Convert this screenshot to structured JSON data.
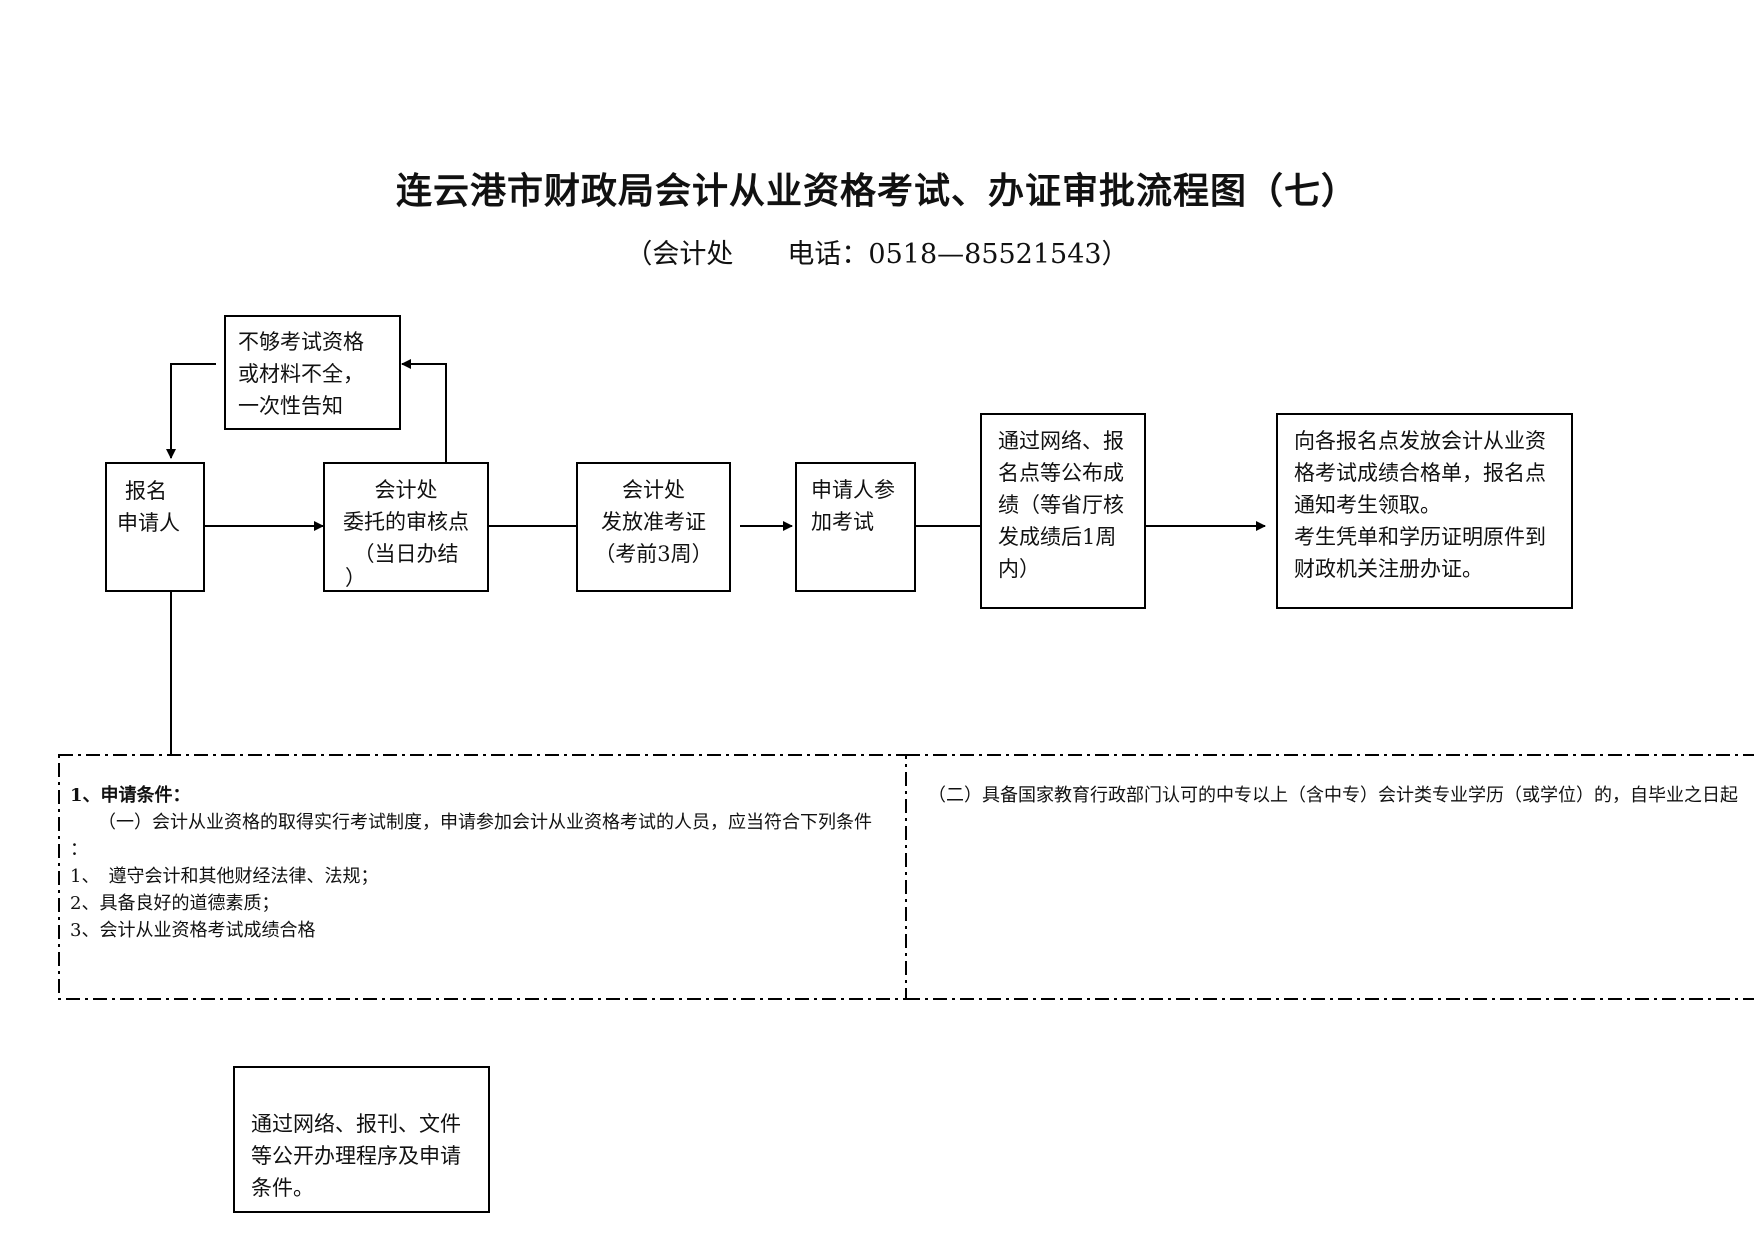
{
  "header": {
    "title": "连云港市财政局会计从业资格考试、办证审批流程图（七）",
    "subtitle": "（会计处　　电话：0518—85521543）"
  },
  "boxes": {
    "notice": [
      "不够考试资格",
      "或材料不全，",
      "一次性告知"
    ],
    "apply": [
      "报名",
      "申请人"
    ],
    "review": [
      "会计处",
      "委托的审核点",
      "（当日办结",
      "）"
    ],
    "admit": [
      "会计处",
      "发放准考证",
      "（考前3周）"
    ],
    "exam": [
      "申请人参",
      "加考试"
    ],
    "publish": [
      "通过网络、报",
      "名点等公布成",
      "绩（等省厅核",
      "发成绩后1周",
      "内）"
    ],
    "register": [
      "向各报名点发放会计从业资",
      "格考试成绩合格单，报名点",
      "通知考生领取。",
      "考生凭单和学历证明原件到",
      "财政机关注册办证。"
    ],
    "publicize": [
      "通过网络、报刊、文件",
      "等公开办理程序及申请",
      "条件。"
    ]
  },
  "conditions": {
    "left": {
      "heading": "1、申请条件：",
      "lines": [
        "（一）会计从业资格的取得实行考试制度，申请参加会计从业资格考试的人员，应当符合下列条件",
        "：",
        "1、　遵守会计和其他财经法律、法规；",
        "2、具备良好的道德素质；",
        "3、会计从业资格考试成绩合格"
      ]
    },
    "right": {
      "lines": [
        "（二）具备国家教育行政部门认可的中专以上（含中专）会计类专业学历（或学位）的，自毕业之日起"
      ]
    }
  }
}
